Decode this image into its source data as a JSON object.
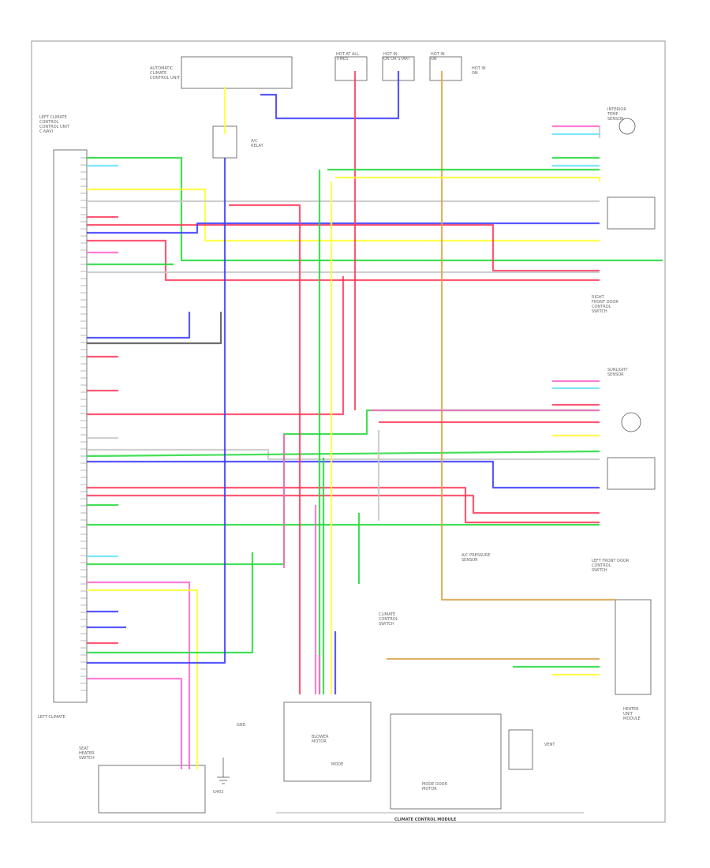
{
  "colors": {
    "RED": "#ff3b5c",
    "GRN": "#22d93a",
    "BLU": "#3b3bff",
    "YEL": "#ffff33",
    "PNK": "#ff66cc",
    "ORN": "#d9a34a",
    "GRY": "#c8c8c8",
    "LTGRN": "#66e0ff",
    "DKGRY": "#555555"
  },
  "labels": {
    "footer": "CLIMATE CONTROL MODULE",
    "left_ecu": "LEFT CLIMATE\nCONTROL\nCONTROL UNIT\nC-NAVI",
    "top_ecu": "AUTOMATIC\nCLIMATE\nCONTROL UNIT",
    "fuse_a": "HOT AT ALL\nTIMES",
    "fuse_b": "HOT IN\nON OR START",
    "fuse_c": "HOT IN\nON",
    "fuse_d": "HOT IN\nON",
    "right_sensor_1": "INTERIOR\nTEMP\nSENSOR",
    "right_sensor_2": "RIGHT\nFRONT DOOR\nCONTROL\nSWITCH",
    "right_sensor_3": "SUNLIGHT\nSENSOR",
    "right_sensor_4": "LEFT FRONT DOOR\nCONTROL\nSWITCH",
    "right_sensor_5": "HEATER\nUNIT\nMODULE",
    "mid_relay": "A/C\nRELAY",
    "mid_switch": "CLIMATE\nCONTROL\nSWITCH",
    "bottom_motor_l": "BLOWER\nMOTOR",
    "bottom_motor_r": "MODE DOOR\nMOTOR",
    "ground": "G402",
    "small_note": "A/C PRESSURE\nSENSOR",
    "seat_sw": "SEAT\nHEATER\nSWITCH",
    "ground_label": "GND",
    "mode_label": "MODE",
    "vent_label": "VENT"
  }
}
